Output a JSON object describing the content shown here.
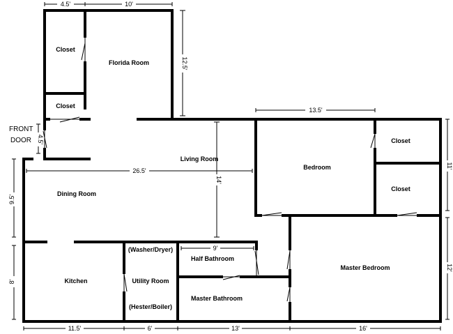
{
  "rooms": {
    "closet_top": "Closet",
    "florida_room": "Florida Room",
    "closet_small": "Closet",
    "living_room": "Living Room",
    "dining_room": "Dining Room",
    "bedroom": "Bedroom",
    "closet_bedroom_top": "Closet",
    "closet_bedroom_bottom": "Closet",
    "kitchen": "Kitchen",
    "washer_dryer": "(Washer/Dryer)",
    "utility_room": "Utility Room",
    "heater_boiler": "(Hester/Boiler)",
    "half_bathroom": "Half Bathroom",
    "master_bathroom": "Master Bathroom",
    "master_bedroom": "Master Bedroom"
  },
  "front_door": {
    "line1": "FRONT",
    "line2": "DOOR"
  },
  "dimensions": {
    "top_closet_width": "4.5'",
    "florida_width": "10'",
    "florida_depth": "12.5'",
    "bedroom_width": "13.5'",
    "entry_depth": "4.5'",
    "house_span": "26.5'",
    "living_depth": "14'",
    "right_upper": "11'",
    "dining_depth": "9.5'",
    "kitchen_depth": "8'",
    "half_bath_width": "9'",
    "right_lower": "12'",
    "bottom_kitchen": "11.5'",
    "bottom_utility": "6'",
    "bottom_bath": "13'",
    "bottom_master": "16'"
  }
}
